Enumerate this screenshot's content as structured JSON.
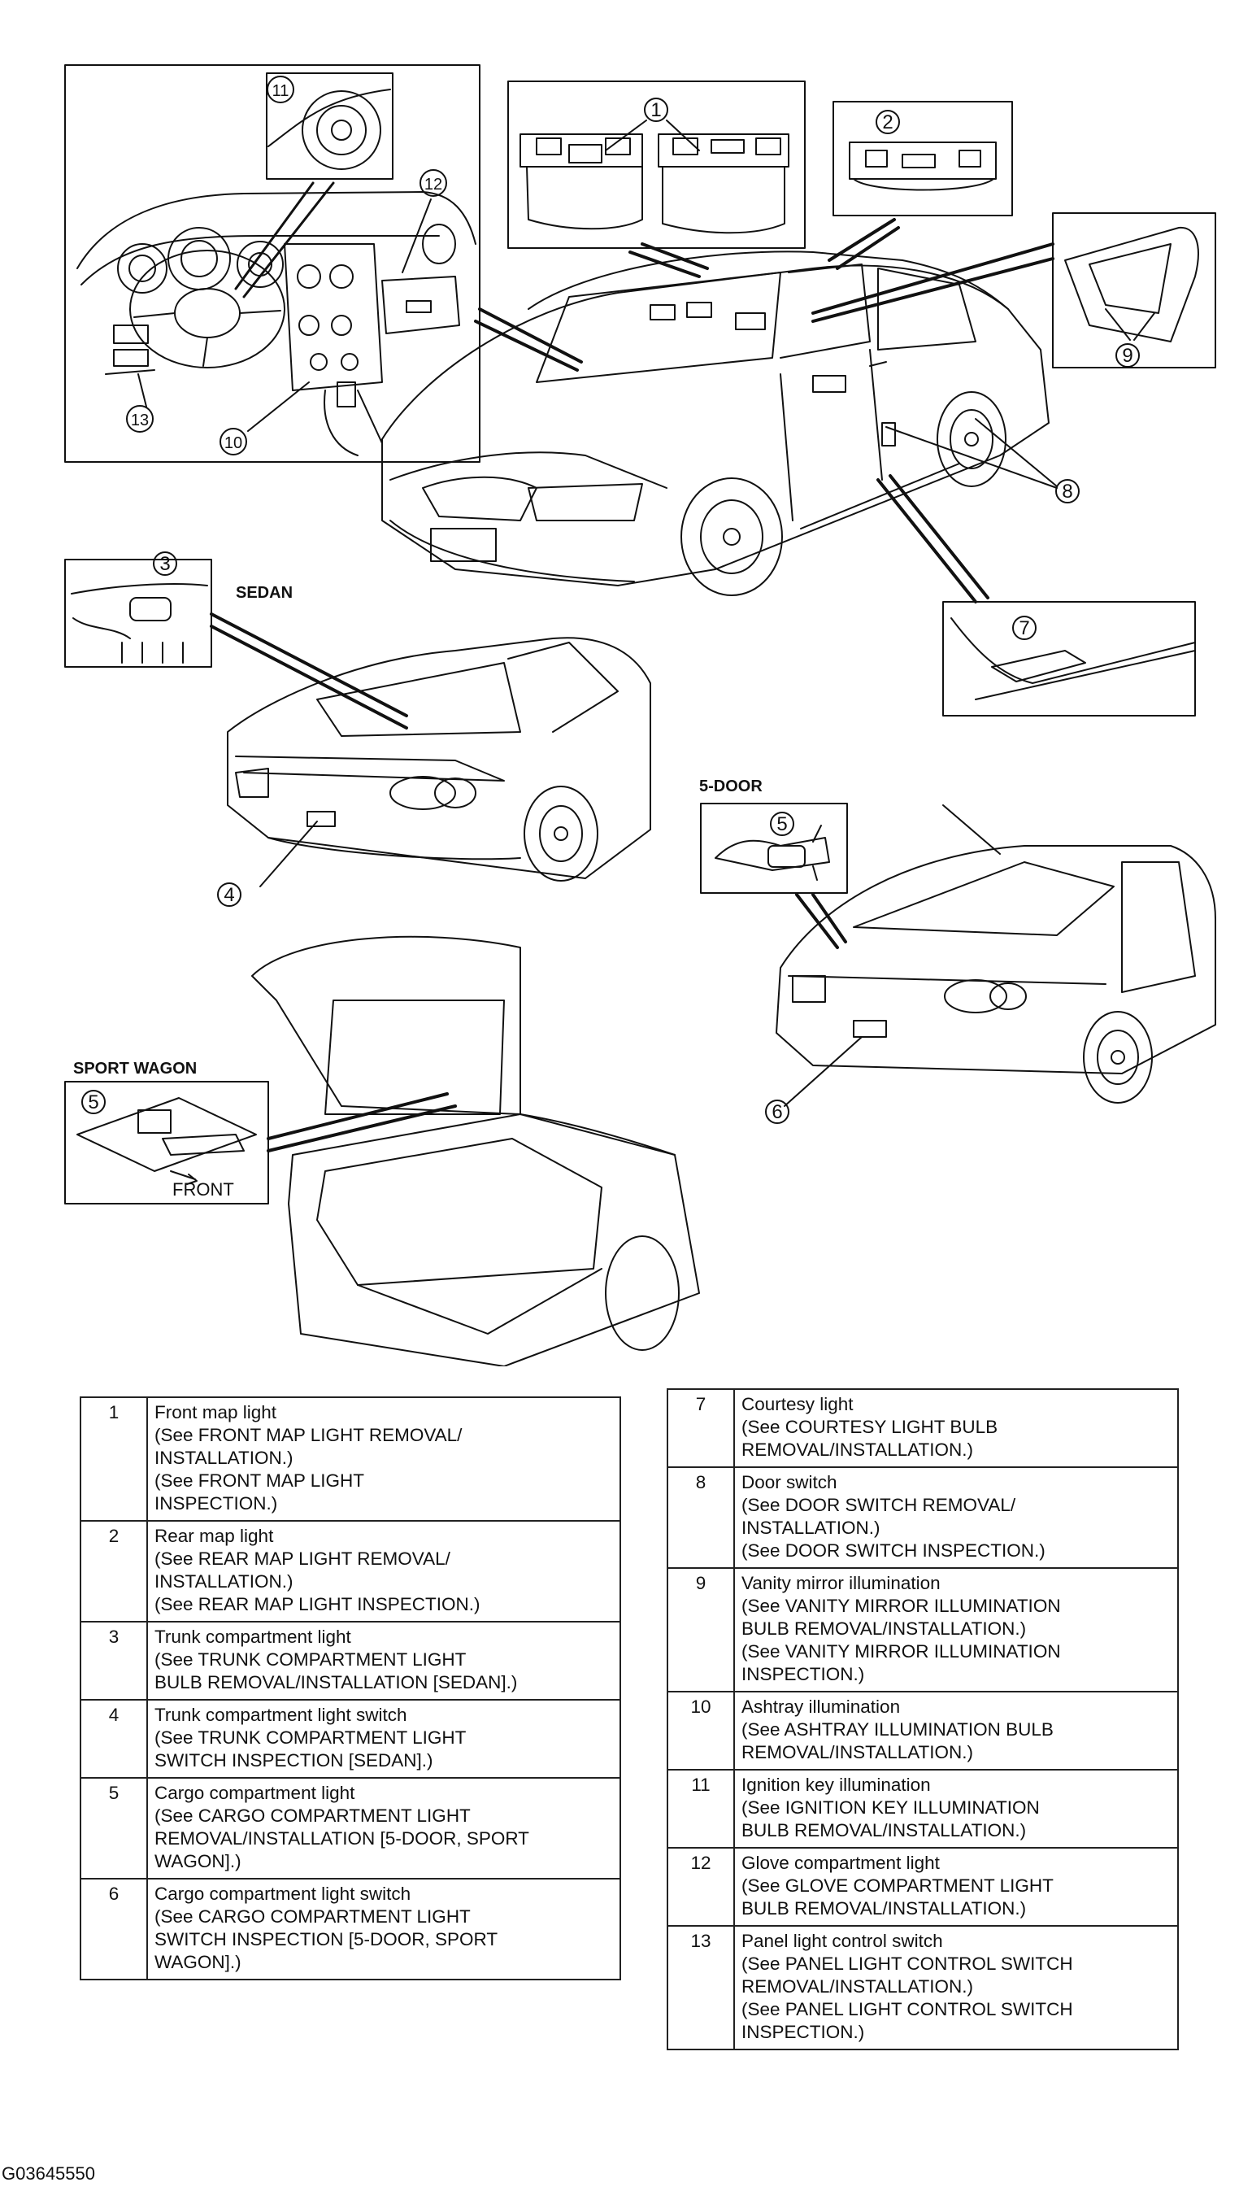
{
  "diagram": {
    "callouts": [
      "1",
      "2",
      "3",
      "4",
      "5",
      "5",
      "6",
      "7",
      "8",
      "9",
      "10",
      "11",
      "12",
      "13"
    ],
    "section_labels": {
      "sedan": "SEDAN",
      "five_door": "5-DOOR",
      "sport_wagon": "SPORT WAGON"
    },
    "front_label": "FRONT"
  },
  "table_left": [
    {
      "num": "1",
      "lines": [
        "Front map light",
        "(See FRONT MAP LIGHT REMOVAL/",
        "INSTALLATION.)",
        "(See FRONT MAP LIGHT",
        "INSPECTION.)"
      ]
    },
    {
      "num": "2",
      "lines": [
        "Rear map light",
        "(See REAR MAP LIGHT REMOVAL/",
        "INSTALLATION.)",
        "(See REAR MAP LIGHT INSPECTION.)"
      ]
    },
    {
      "num": "3",
      "lines": [
        "Trunk compartment light",
        "(See TRUNK COMPARTMENT LIGHT",
        "BULB REMOVAL/INSTALLATION [SEDAN].)"
      ]
    },
    {
      "num": "4",
      "lines": [
        "Trunk compartment light switch",
        "(See TRUNK COMPARTMENT LIGHT",
        "SWITCH INSPECTION [SEDAN].)"
      ]
    },
    {
      "num": "5",
      "lines": [
        "Cargo compartment light",
        "(See CARGO COMPARTMENT LIGHT",
        "REMOVAL/INSTALLATION [5-DOOR, SPORT",
        "WAGON].)"
      ]
    },
    {
      "num": "6",
      "lines": [
        "Cargo compartment light switch",
        "(See CARGO COMPARTMENT LIGHT",
        "SWITCH INSPECTION [5-DOOR, SPORT",
        "WAGON].)"
      ]
    }
  ],
  "table_right": [
    {
      "num": "7",
      "lines": [
        "Courtesy light",
        "(See COURTESY LIGHT BULB",
        "REMOVAL/INSTALLATION.)"
      ]
    },
    {
      "num": "8",
      "lines": [
        "Door switch",
        "(See DOOR SWITCH REMOVAL/",
        "INSTALLATION.)",
        "(See DOOR SWITCH INSPECTION.)"
      ]
    },
    {
      "num": "9",
      "lines": [
        "Vanity mirror illumination",
        "(See VANITY MIRROR ILLUMINATION",
        "BULB REMOVAL/INSTALLATION.)",
        "(See VANITY MIRROR ILLUMINATION",
        "INSPECTION.)"
      ]
    },
    {
      "num": "10",
      "lines": [
        "Ashtray illumination",
        "(See ASHTRAY ILLUMINATION BULB",
        "REMOVAL/INSTALLATION.)"
      ]
    },
    {
      "num": "11",
      "lines": [
        "Ignition key illumination",
        "(See IGNITION KEY ILLUMINATION",
        "BULB REMOVAL/INSTALLATION.)"
      ]
    },
    {
      "num": "12",
      "lines": [
        "Glove compartment light",
        "(See GLOVE COMPARTMENT LIGHT",
        "BULB REMOVAL/INSTALLATION.)"
      ]
    },
    {
      "num": "13",
      "lines": [
        "Panel light control switch",
        "(See PANEL LIGHT CONTROL SWITCH",
        "REMOVAL/INSTALLATION.)",
        "(See PANEL LIGHT CONTROL SWITCH",
        "INSPECTION.)"
      ]
    }
  ],
  "reference_code": "G03645550"
}
